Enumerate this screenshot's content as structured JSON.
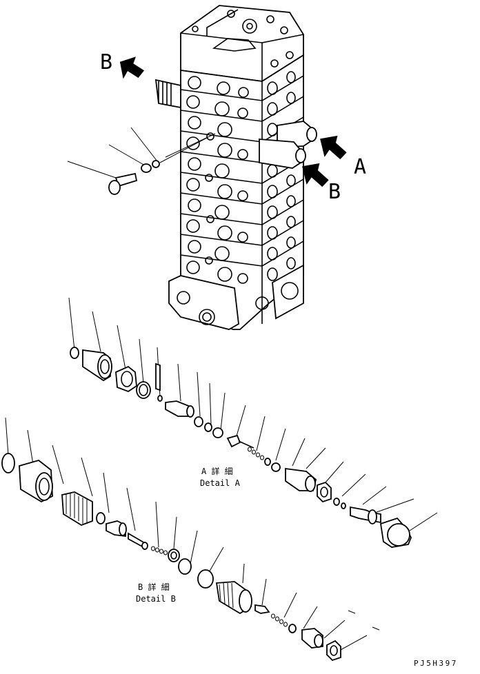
{
  "labels": {
    "view_b_top": "B",
    "view_a": "A",
    "view_b_right": "B",
    "detail_a_jp": "A 詳 細",
    "detail_a_en": "Detail A",
    "detail_b_jp": "B 詳 細",
    "detail_b_en": "Detail B",
    "drawing_code": "PJ5H397"
  }
}
